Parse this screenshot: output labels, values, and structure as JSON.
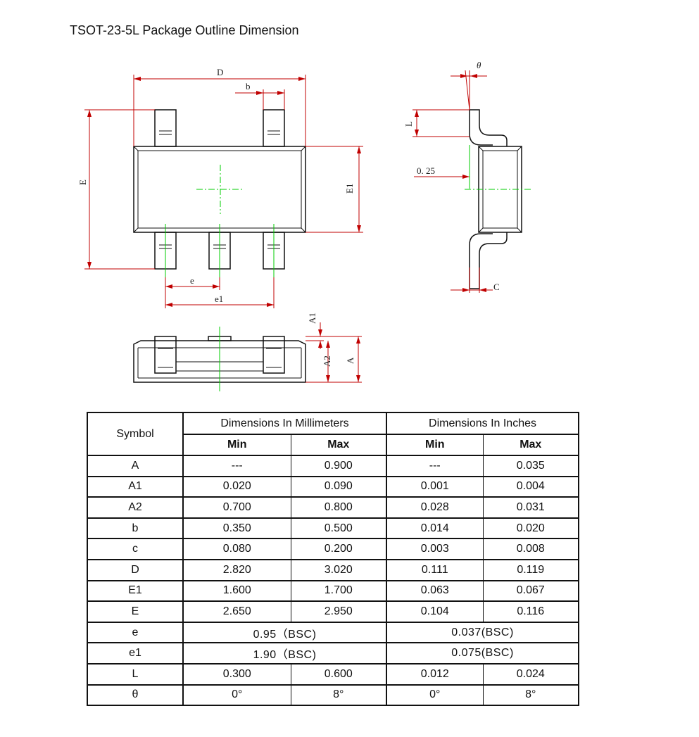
{
  "title": "TSOT-23-5L Package Outline Dimension",
  "drawing_labels": {
    "D": "D",
    "b": "b",
    "E": "E",
    "E1": "E1",
    "e": "e",
    "e1": "e1",
    "L": "L",
    "theta": "θ",
    "lead_thickness_note": "0. 25",
    "C": "C",
    "A": "A",
    "A1": "A1",
    "A2": "A2"
  },
  "table": {
    "symbol_header": "Symbol",
    "mm_header": "Dimensions In Millimeters",
    "inch_header": "Dimensions In Inches",
    "min_label": "Min",
    "max_label": "Max",
    "rows": [
      {
        "symbol": "A",
        "mm_min": "---",
        "mm_max": "0.900",
        "in_min": "---",
        "in_max": "0.035"
      },
      {
        "symbol": "A1",
        "mm_min": "0.020",
        "mm_max": "0.090",
        "in_min": "0.001",
        "in_max": "0.004"
      },
      {
        "symbol": "A2",
        "mm_min": "0.700",
        "mm_max": "0.800",
        "in_min": "0.028",
        "in_max": "0.031"
      },
      {
        "symbol": "b",
        "mm_min": "0.350",
        "mm_max": "0.500",
        "in_min": "0.014",
        "in_max": "0.020"
      },
      {
        "symbol": "c",
        "mm_min": "0.080",
        "mm_max": "0.200",
        "in_min": "0.003",
        "in_max": "0.008"
      },
      {
        "symbol": "D",
        "mm_min": "2.820",
        "mm_max": "3.020",
        "in_min": "0.111",
        "in_max": "0.119"
      },
      {
        "symbol": "E1",
        "mm_min": "1.600",
        "mm_max": "1.700",
        "in_min": "0.063",
        "in_max": "0.067"
      },
      {
        "symbol": "E",
        "mm_min": "2.650",
        "mm_max": "2.950",
        "in_min": "0.104",
        "in_max": "0.116"
      }
    ],
    "e_row": {
      "symbol": "e",
      "mm": "0.95（BSC)",
      "in": "0.037(BSC)"
    },
    "e1_row": {
      "symbol": "e1",
      "mm": "1.90（BSC)",
      "in": "0.075(BSC)"
    },
    "tail_rows": [
      {
        "symbol": "L",
        "mm_min": "0.300",
        "mm_max": "0.600",
        "in_min": "0.012",
        "in_max": "0.024"
      },
      {
        "symbol": "θ",
        "mm_min": "0°",
        "mm_max": "8°",
        "in_min": "0°",
        "in_max": "8°"
      }
    ]
  }
}
